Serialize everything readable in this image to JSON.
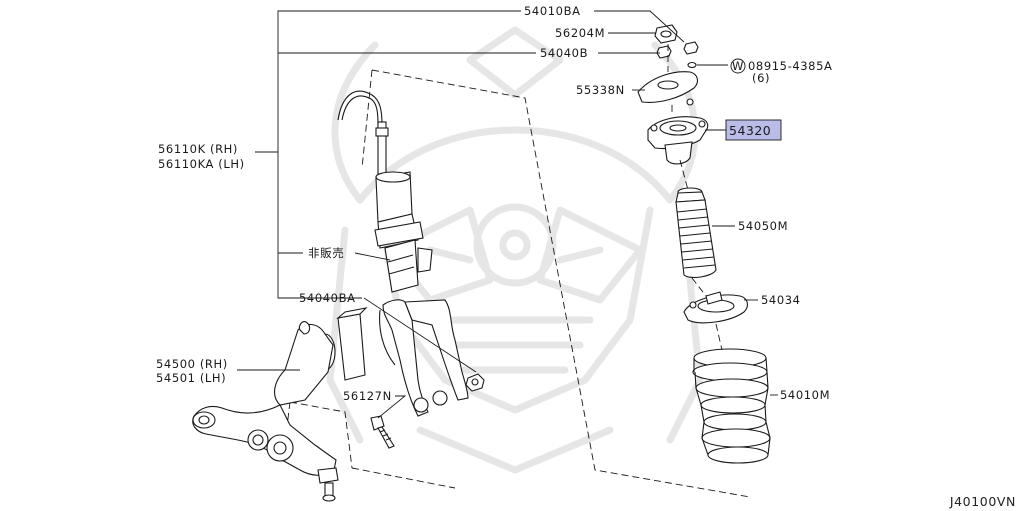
{
  "diagram": {
    "reference_code": "J40100VN",
    "highlight_fill": "#b9bde8",
    "labels": {
      "insulator_nut": "54010BA",
      "nut_top": "56204M",
      "nut_insulator": "54040B",
      "washer_prefix": "W",
      "washer_part": "08915-4385A",
      "washer_qty": "(6)",
      "strut_mount_cover": "55338N",
      "strut_mount": "54320",
      "strut_rh": "56110K (RH)",
      "strut_lh": "56110KA (LH)",
      "not_for_sale": "非販売",
      "strut_bolt_nut": "54040BA",
      "bound_bumper": "54050M",
      "spring_seat": "54034",
      "coil_spring": "54010M",
      "arm_rh": "54500 (RH)",
      "arm_lh": "54501 (LH)",
      "bolt": "56127N"
    }
  }
}
